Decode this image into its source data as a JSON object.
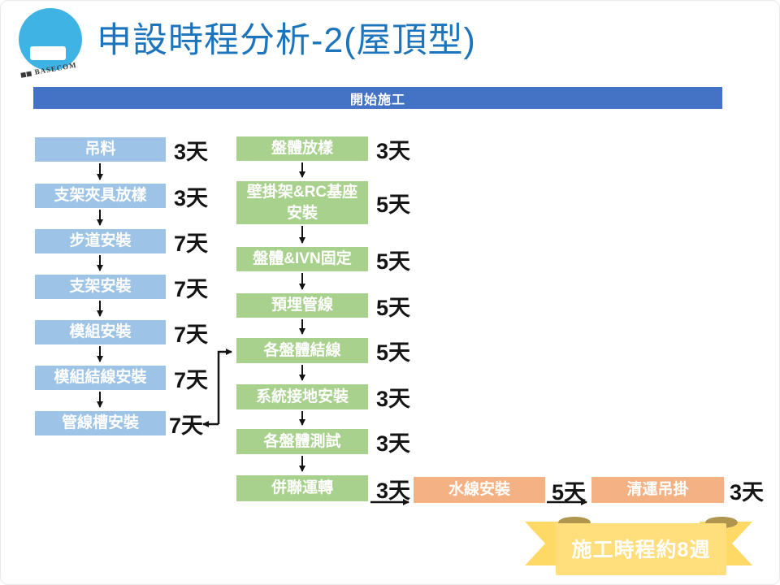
{
  "slide": {
    "title": "申設時程分析-2(屋頂型)",
    "logo_text": "BASECOM",
    "start_bar": "開始施工",
    "banner": "施工時程約8週"
  },
  "colors": {
    "title_blue": "#1C75BC",
    "header_bar_blue": "#4472C4",
    "left_box_blue": "#9DC3E6",
    "middle_box_green": "#A9D18E",
    "bottom_box_orange": "#F4B183",
    "banner_yellow": "#FFDE7B",
    "banner_fold_olive": "#B0954F",
    "logo_blue": "#3FB4E4"
  },
  "flow": {
    "left_column": [
      {
        "label": "吊料",
        "days": "3天"
      },
      {
        "label": "支架夾具放樣",
        "days": "3天"
      },
      {
        "label": "步道安裝",
        "days": "7天"
      },
      {
        "label": "支架安裝",
        "days": "7天"
      },
      {
        "label": "模組安裝",
        "days": "7天"
      },
      {
        "label": "模組結線安裝",
        "days": "7天"
      },
      {
        "label": "管線槽安裝",
        "days": "7天"
      }
    ],
    "middle_column": [
      {
        "label": "盤體放樣",
        "days": "3天"
      },
      {
        "label": "壁掛架&RC基座安裝",
        "days": "5天"
      },
      {
        "label": "盤體&IVN固定",
        "days": "5天"
      },
      {
        "label": "預埋管線",
        "days": "5天"
      },
      {
        "label": "各盤體結線",
        "days": "5天"
      },
      {
        "label": "系統接地安裝",
        "days": "3天"
      },
      {
        "label": "各盤體測試",
        "days": "3天"
      },
      {
        "label": "併聯運轉",
        "days": "3天"
      }
    ],
    "bottom_row": [
      {
        "label": "水線安裝",
        "days": "5天"
      },
      {
        "label": "清運吊掛",
        "days": "3天"
      }
    ]
  }
}
